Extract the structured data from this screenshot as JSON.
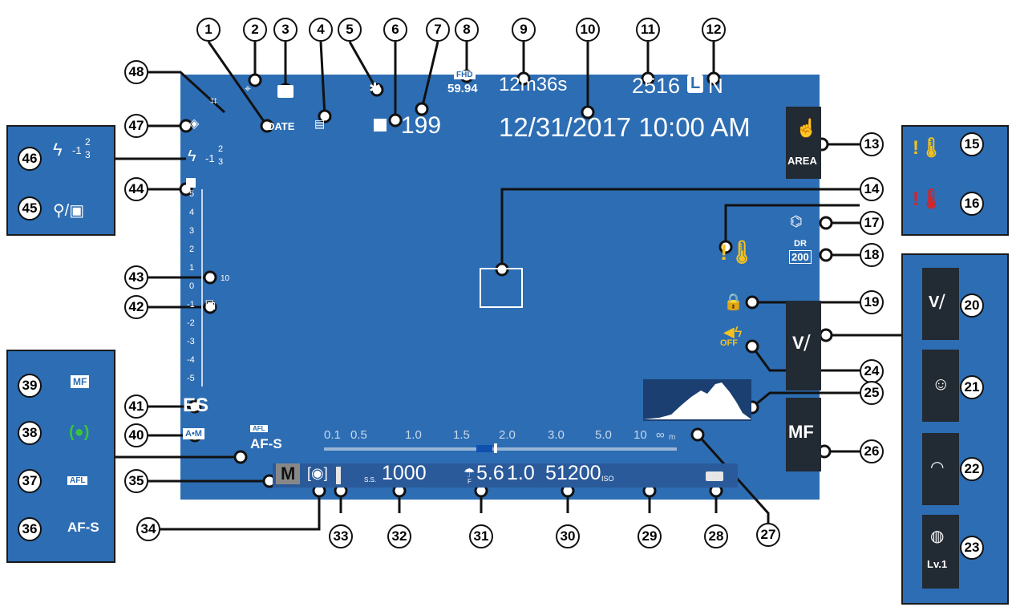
{
  "screen": {
    "date": "12/31/2017 10:00 AM",
    "rec_time": "12m36s",
    "frames": "2516",
    "size": "L",
    "quality": "N",
    "shots_left": "199",
    "fps_top": "FHD",
    "fps_bottom": "59.94",
    "date_stamp": "DATE",
    "flash_comp": "-1",
    "flash_num": "2",
    "flash_den": "3",
    "shutter_mode": "ES",
    "focus_mode": "AF-S",
    "afl": "AFL",
    "mode": "M",
    "shutter_speed": "1000",
    "shutter_prefix": "S.S.",
    "aperture": "5.6",
    "aperture_prefix": "F",
    "exposure_comp": "1.0",
    "iso": "51200",
    "iso_label": "ISO",
    "dr": "DR",
    "dr_value": "200",
    "touch_area": "AREA",
    "mf_label": "MF",
    "exp_scale": [
      "5",
      "4",
      "3",
      "2",
      "1",
      "0",
      "-1",
      "-2",
      "-3",
      "-4",
      "-5"
    ],
    "distance_scale": [
      "0.1",
      "0.5",
      "1.0",
      "1.5",
      "2.0",
      "3.0",
      "5.0",
      "10",
      "∞"
    ],
    "distance_unit": "m",
    "timer": "10",
    "sound_off": "OFF",
    "am": "A•M"
  },
  "panel_left_top": {
    "flash_comp": "-1",
    "flash_num": "2",
    "flash_den": "3"
  },
  "panel_left_bottom": {
    "mf": "MF",
    "afl": "AFL",
    "afs": "AF-S"
  },
  "panel_right_top": {},
  "panel_right_bottom": {
    "level": "Lv.1"
  },
  "callouts": [
    "1",
    "2",
    "3",
    "4",
    "5",
    "6",
    "7",
    "8",
    "9",
    "10",
    "11",
    "12",
    "13",
    "14",
    "15",
    "16",
    "17",
    "18",
    "19",
    "20",
    "21",
    "22",
    "23",
    "24",
    "25",
    "26",
    "27",
    "28",
    "29",
    "30",
    "31",
    "32",
    "33",
    "34",
    "35",
    "36",
    "37",
    "38",
    "39",
    "40",
    "41",
    "42",
    "43",
    "44",
    "45",
    "46",
    "47",
    "48"
  ],
  "colors": {
    "screen": "#2d6db3",
    "warning": "#f4c21e",
    "alert": "#e02020",
    "dark_button": "#222a33"
  }
}
